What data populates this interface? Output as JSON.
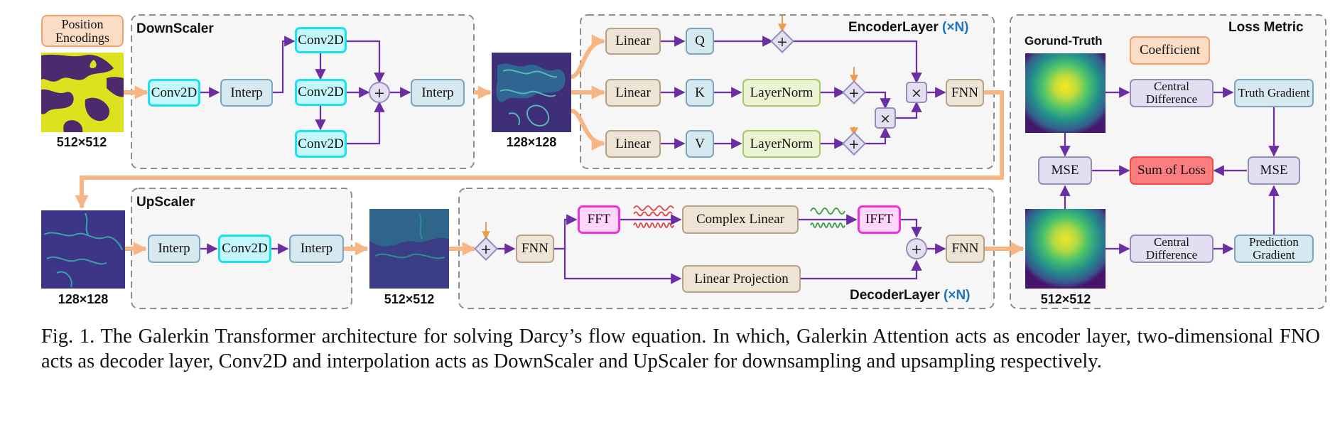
{
  "nodes": {
    "position_encodings": "Position Encodings",
    "ds_conv2d_in": "Conv2D",
    "ds_interp_1": "Interp",
    "ds_conv2d_top": "Conv2D",
    "ds_conv2d_mid": "Conv2D",
    "ds_conv2d_bot": "Conv2D",
    "ds_interp_2": "Interp",
    "enc_linear_q": "Linear",
    "enc_linear_k": "Linear",
    "enc_linear_v": "Linear",
    "enc_q": "Q",
    "enc_k": "K",
    "enc_v": "V",
    "enc_layernorm_k": "LayerNorm",
    "enc_layernorm_v": "LayerNorm",
    "enc_fnn": "FNN",
    "us_interp_1": "Interp",
    "us_conv2d": "Conv2D",
    "us_interp_2": "Interp",
    "dec_fnn_in": "FNN",
    "dec_fft": "FFT",
    "dec_complex_linear": "Complex Linear",
    "dec_ifft": "IFFT",
    "dec_linear_projection": "Linear Projection",
    "dec_fnn_out": "FNN",
    "coefficient": "Coefficient",
    "central_difference_truth": "Central Difference",
    "central_difference_pred": "Central Difference",
    "truth_gradient": "Truth Gradient",
    "prediction_gradient": "Prediction Gradient",
    "mse_left": "MSE",
    "mse_right": "MSE",
    "sum_of_loss": "Sum of Loss"
  },
  "ops": {
    "plus": "+",
    "times": "×"
  },
  "groups": {
    "downscaler": "DownScaler",
    "encoder_layer": "EncoderLayer",
    "encoder_n": "(×N)",
    "upscaler": "UpScaler",
    "decoder_layer": "DecoderLayer",
    "decoder_n": "(×N)",
    "loss_metric": "Loss Metric",
    "ground_truth": "Gorund-Truth"
  },
  "sizes": {
    "input": "512×512",
    "encoder_in": "128×128",
    "upscaler_in": "128×128",
    "decoder_in": "512×512",
    "prediction": "512×512"
  },
  "caption": "Fig. 1. The Galerkin Transformer architecture for solving Darcy’s flow equation. In which, Galerkin Attention acts as encoder layer, two-dimensional FNO acts as decoder layer, Conv2D and interpolation acts as DownScaler and UpScaler for downsampling and upsampling respectively.",
  "colors": {
    "arrow_purple": "#6b2fa3",
    "arrow_orange": "#f7b584",
    "arrow_tip_orange": "#f19a4c",
    "group_border": "#8c8c8c",
    "group_fill": "#f6f6f6",
    "n_label_blue": "#1f73c4"
  }
}
